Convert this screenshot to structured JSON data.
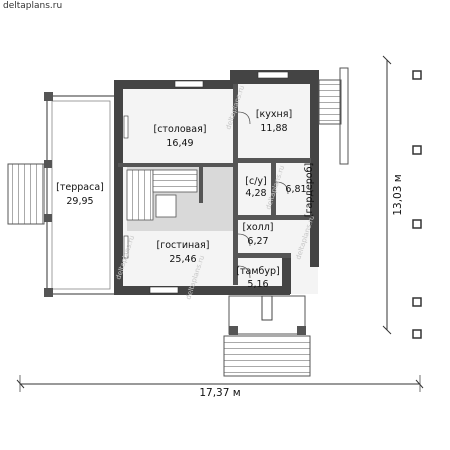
{
  "site": "deltaplans.ru",
  "watermark": "deltaplans.ru",
  "rooms": [
    {
      "name": "[столовая]",
      "area": "16,49"
    },
    {
      "name": "[кухня]",
      "area": "11,88"
    },
    {
      "name": "[терраса]",
      "area": "29,95"
    },
    {
      "name": "[с/у]",
      "area": "4,28"
    },
    {
      "name": "6,81"
    },
    {
      "name": "[гардероб]"
    },
    {
      "name": "[гостиная]",
      "area": "25,46"
    },
    {
      "name": "[холл]",
      "area": "6,27"
    },
    {
      "name": "[тамбур]",
      "area": "5,16"
    }
  ],
  "dimensions": {
    "width": "17,37 м",
    "height": "13,03 м"
  }
}
